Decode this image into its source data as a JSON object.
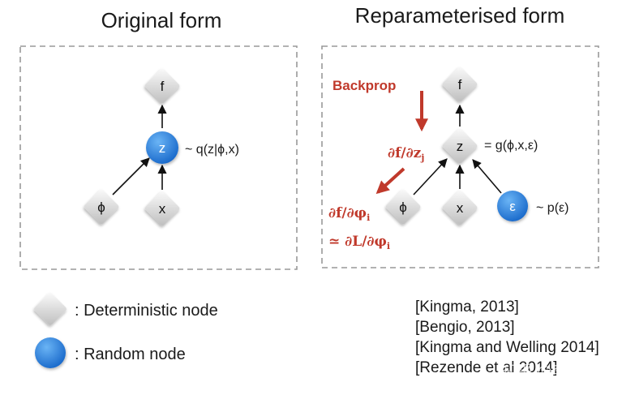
{
  "panels": {
    "original": {
      "title": "Original form",
      "nodes": {
        "f": "f",
        "z": "z",
        "phi": "ϕ",
        "x": "x"
      },
      "z_annotation": "~ q(z|ϕ,x)"
    },
    "reparam": {
      "title": "Reparameterised form",
      "backprop": "Backprop",
      "nodes": {
        "f": "f",
        "z": "z",
        "phi": "ϕ",
        "x": "x",
        "eps": "ε"
      },
      "z_annotation": "= g(ϕ,x,ε)",
      "eps_annotation": "~ p(ε)",
      "grad_fz": "∂f/∂z",
      "grad_fz_sub": "j",
      "grad_fphi": "∂f/∂φ",
      "grad_fphi_sub": "i",
      "grad_L": "≃ ∂L/∂φ",
      "grad_L_sub": "i"
    }
  },
  "legend": {
    "deterministic": ": Deterministic node",
    "random": ": Random node"
  },
  "references": [
    "[Kingma, 2013]",
    "[Bengio, 2013]",
    "[Kingma and Welling 2014]",
    "[Rezende et al 2014]"
  ],
  "watermark": "知乎 @李新春",
  "colors": {
    "accent": "#c0392b",
    "random_node": "#2d7fd3",
    "deterministic_node": "#d9d9d9"
  }
}
